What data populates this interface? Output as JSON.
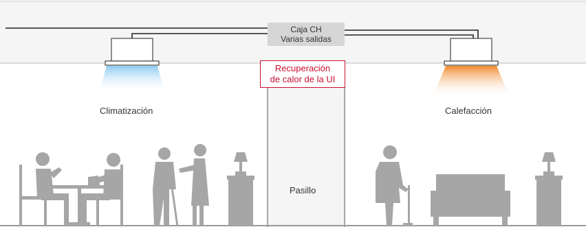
{
  "labels": {
    "ch_box_line1": "Caja CH",
    "ch_box_line2": "Varias salidas",
    "recovery_line1": "Recuperación",
    "recovery_line2": "de calor de la UI",
    "cooling": "Climatización",
    "heating": "Calefacción",
    "corridor": "Pasillo"
  },
  "colors": {
    "accent": "#c8102e",
    "cool_air": "#9fd4f0",
    "warm_air": "#f08a2c",
    "silhouette": "#a6a6a6",
    "ceiling": "#f5f5f5"
  }
}
